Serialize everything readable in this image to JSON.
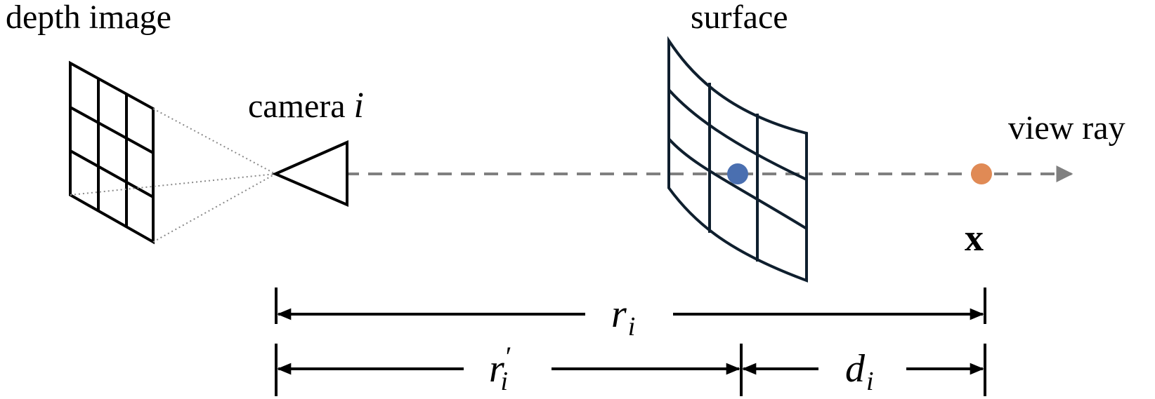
{
  "labels": {
    "depth_image": "depth image",
    "camera": "camera",
    "camera_index": "i",
    "surface": "surface",
    "view_ray": "view ray",
    "point": "x"
  },
  "measurements": {
    "r": {
      "base": "r",
      "sub": "i"
    },
    "r_prime": {
      "base": "r",
      "prime": "′",
      "sub": "i"
    },
    "d": {
      "base": "d",
      "sub": "i"
    }
  },
  "colors": {
    "ink": "#000000",
    "surface_stroke": "#0f1f2e",
    "ray": "#808080",
    "frustum": "#8a8a8a",
    "surface_point": "#4a6fb0",
    "sample_point": "#e08a55"
  }
}
